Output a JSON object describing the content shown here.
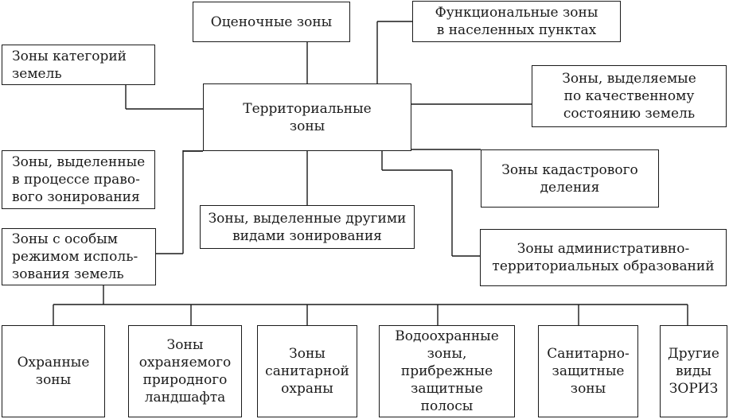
{
  "nodes": {
    "central": "Территориальные\nзоны",
    "evaluation": "Оценочные зоны",
    "functional": "Функциональные зоны\nв населенных пунктах",
    "land_categories": "Зоны категорий\nземель",
    "quality": "Зоны, выделяемые\nпо качественному\nсостоянию земель",
    "legal_zoning": "Зоны, выделенные\nв процессе право-\nвого зонирования",
    "cadastral": "Зоны кадастрового\nделения",
    "other_zoning": "Зоны, выделенные другими\nвидами зонирования",
    "special_use": "Зоны с особым\nрежимом исполь-\nзования земель",
    "administrative": "Зоны административно-\nтерриториальных образований",
    "protective": "Охранные\nзоны",
    "landscape": "Зоны\nохраняемого\nприродного\nландшафта",
    "sanitary_protection": "Зоны\nсанитарной\nохраны",
    "water_protection": "Водоохранные\nзоны,\nприбрежные\nзащитные\nполосы",
    "sanitary_zones": "Санитарно-\nзащитные\nзоны",
    "other_zoriz": "Другие\nвиды\nЗОРИЗ"
  }
}
